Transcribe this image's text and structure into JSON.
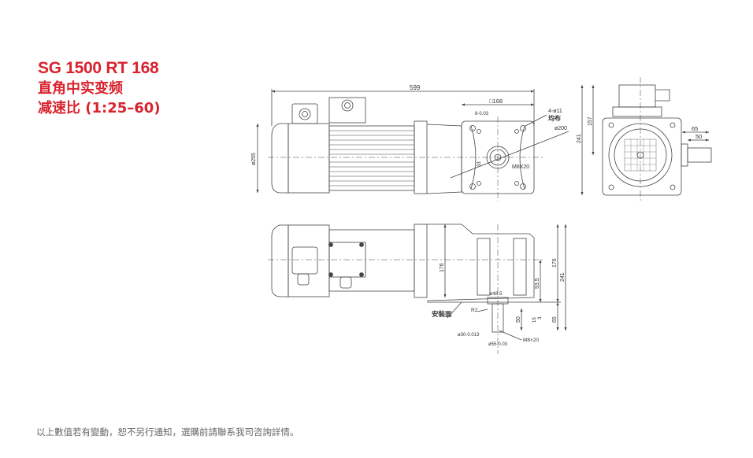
{
  "header": {
    "model": "SG 1500 RT 168",
    "type": "直角中实变频",
    "ratio": "减速比 (1:25–60)"
  },
  "dimensions": {
    "overall_length": "599",
    "motor_diameter": "ø255",
    "flange_square": "□168",
    "key_width": "8-0.03",
    "hole_spec": "4-ø11",
    "hole_note": "均布",
    "pcd": "ø200",
    "shaft_key_height": "33",
    "center_thread": "M8X20",
    "side_height": "241",
    "side_center_height": "157",
    "side_shaft_len": "65",
    "side_key_len": "50",
    "gear_height_left": "176",
    "center_to_base": "93.5",
    "right_height_176": "176",
    "right_height_241": "241",
    "boss_diameter": "ø48.5",
    "radius": "R2",
    "mount_face_label": "安裝面",
    "shaft_len": "50",
    "shaft_small": "15",
    "shaft_gap": "3",
    "shaft_total": "65",
    "shaft_diameter": "ø30-0.013",
    "pilot_diameter": "ø55-0.03",
    "shaft_thread": "M8×20"
  },
  "footer": {
    "note": "以上數值若有變動，恕不另行通知，選購前請聯系我司咨詢詳情。"
  },
  "colors": {
    "accent": "#d9232e",
    "line": "#444444",
    "footnote": "#666666"
  }
}
